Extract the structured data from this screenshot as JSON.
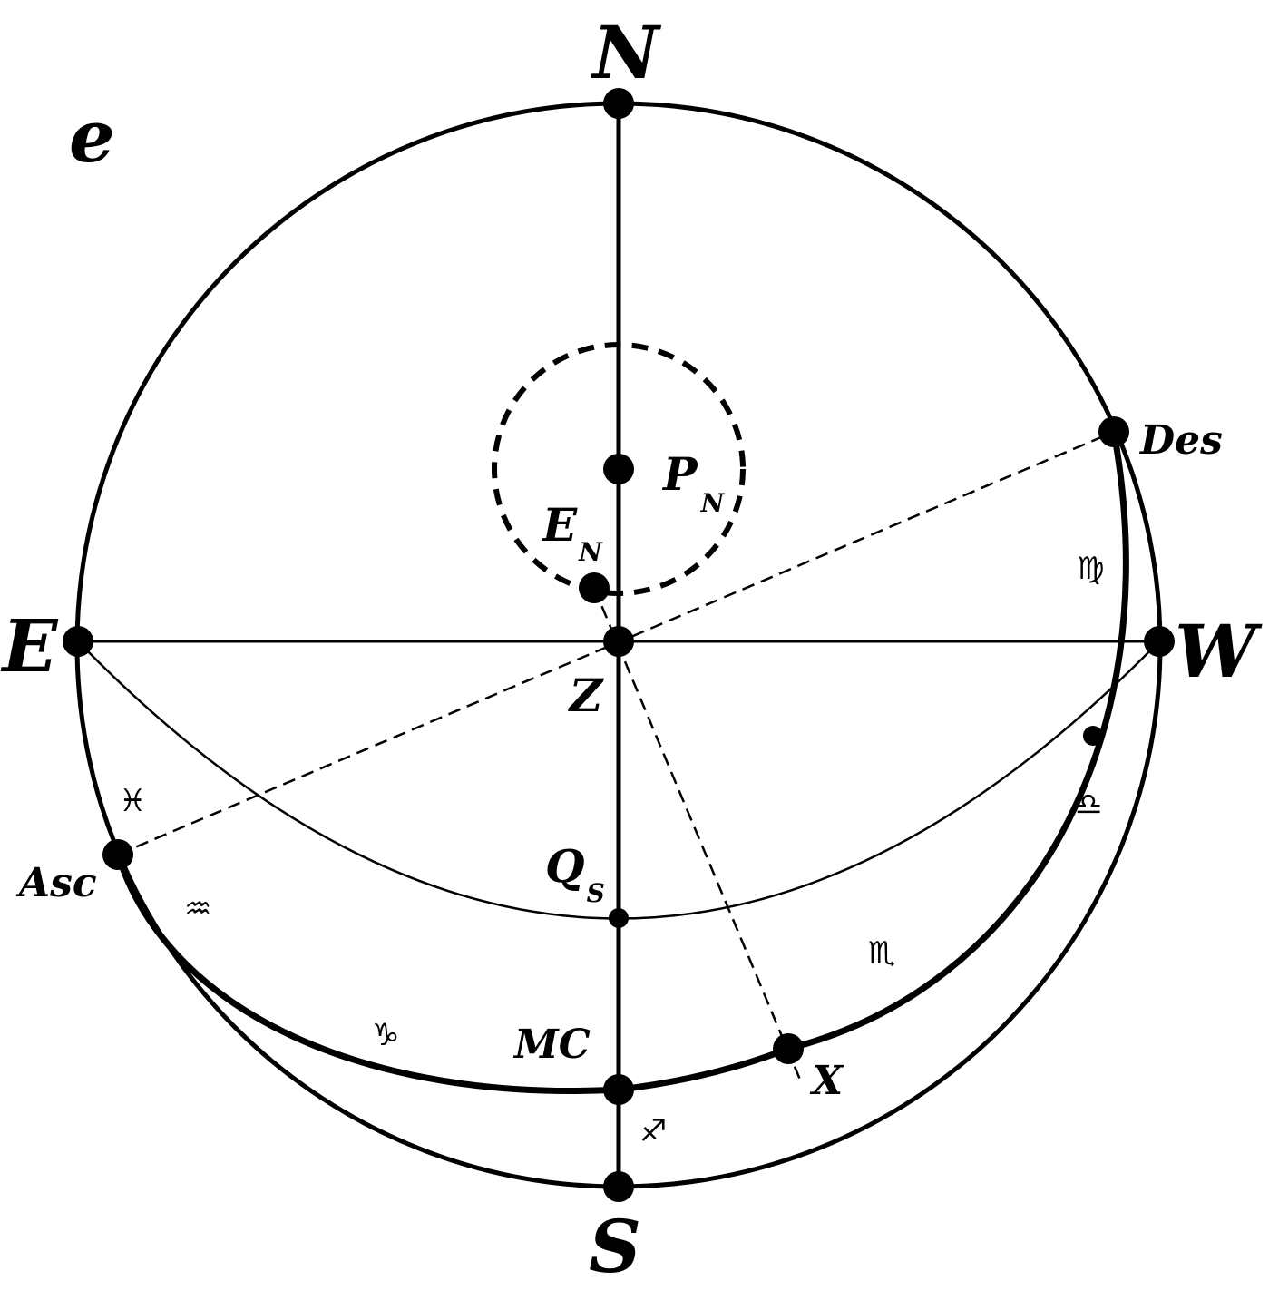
{
  "panel_letter": "e",
  "points": {
    "north": "N",
    "south": "S",
    "east": "E",
    "west": "W",
    "zenith": "Z",
    "pole_north": {
      "main": "P",
      "sub": "N"
    },
    "ecliptic_pole_north": {
      "main": "E",
      "sub": "N"
    },
    "ascendant": "Asc",
    "descendant": "Des",
    "midheaven": "MC",
    "q_south": {
      "main": "Q",
      "sub": "S"
    },
    "x_point": "X"
  },
  "zodiac": {
    "pisces": "♓",
    "aquarius": "♒",
    "capricorn": "♑",
    "sagittarius": "♐",
    "scorpio": "♏",
    "libra": "♎",
    "virgo": "♍"
  },
  "colors": {
    "ink": "#000000",
    "background": "#ffffff"
  }
}
